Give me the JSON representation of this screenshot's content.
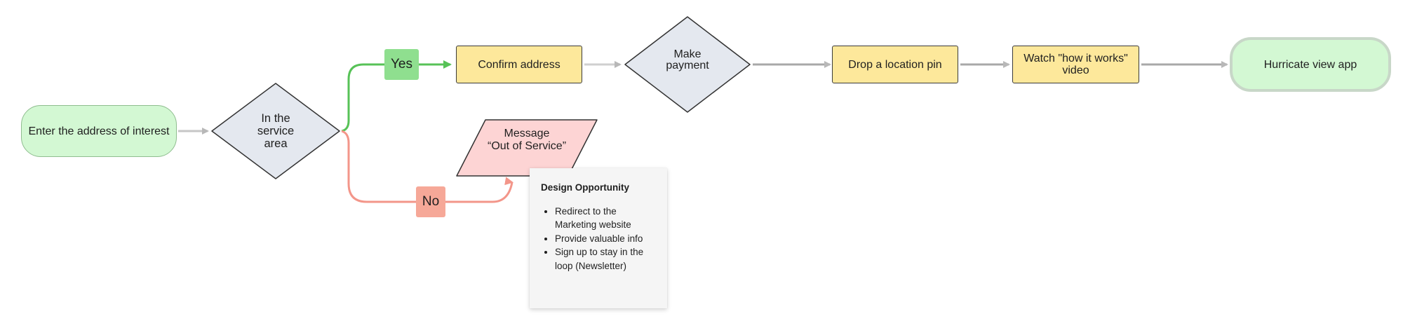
{
  "colors": {
    "terminal_fill": "#d3f8d3",
    "process_fill": "#fde89b",
    "decision_fill": "#e4e8ef",
    "message_fill": "#fdd4d4",
    "yes_path": "#57c257",
    "no_path": "#f3968a",
    "connector": "#b8b8b8",
    "note_fill": "#f5f5f5"
  },
  "nodes": {
    "enter_address": {
      "label": "Enter the address of interest"
    },
    "service_area": {
      "label": "In the\nservice\narea"
    },
    "confirm_address": {
      "label": "Confirm address"
    },
    "make_payment": {
      "label": "Make\npayment"
    },
    "drop_pin": {
      "label": "Drop a location pin"
    },
    "watch_video": {
      "label": "Watch \"how it works\"\nvideo"
    },
    "hurricate_app": {
      "label": "Hurricate view app"
    },
    "out_of_service": {
      "label": "Message\n“Out of Service”"
    }
  },
  "branches": {
    "yes": "Yes",
    "no": "No"
  },
  "note": {
    "title": "Design Opportunity",
    "items": [
      "Redirect to the Marketing website",
      "Provide valuable info",
      "Sign up to stay in the loop (Newsletter)"
    ]
  }
}
